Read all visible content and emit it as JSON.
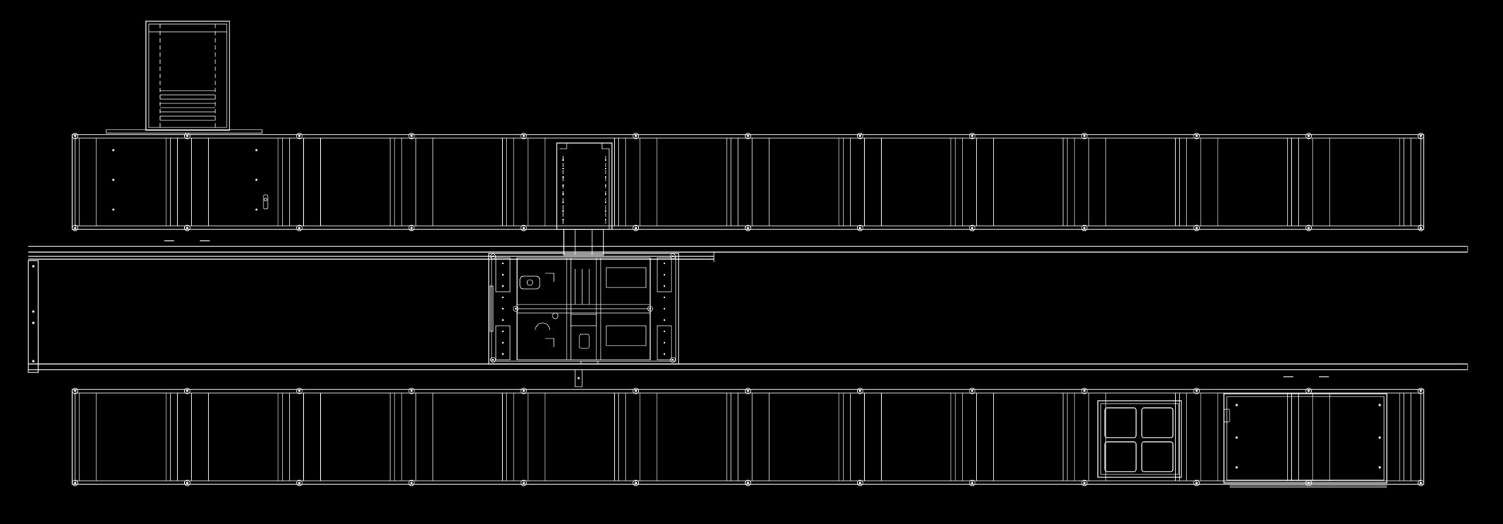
{
  "drawing": {
    "background_color": "#000000",
    "line_color": "#ffffff",
    "upper_conveyor_bays": 12,
    "lower_conveyor_bays": 12,
    "views": {
      "top_inlet_chute": "inlet-chute",
      "upper_conveyor": "upper-roller-conveyor",
      "transfer_track": "transfer-rail-track",
      "transfer_carriage": "shuttle-transfer-carriage",
      "lower_conveyor": "lower-roller-conveyor",
      "pallet": "pallet-load"
    }
  }
}
